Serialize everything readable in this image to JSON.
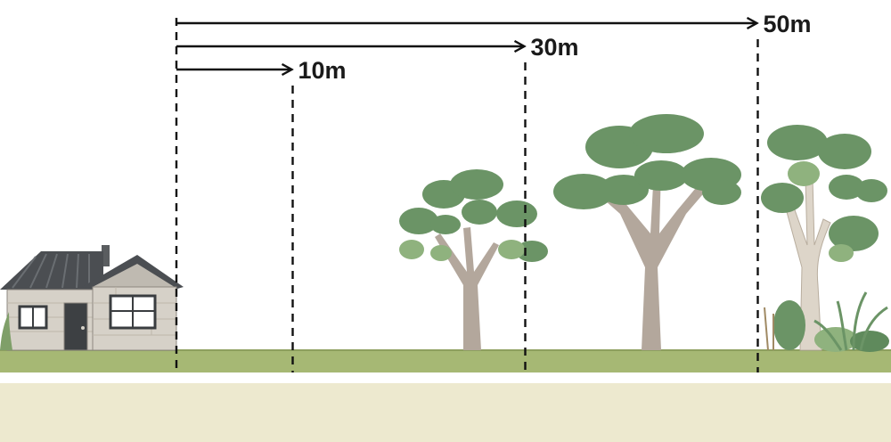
{
  "distances": [
    {
      "label": "10m",
      "meters": 10
    },
    {
      "label": "30m",
      "meters": 30
    },
    {
      "label": "50m",
      "meters": 50
    }
  ],
  "colors": {
    "background": "#ffffff",
    "grass": "#a6b874",
    "soil": "#ede9cf",
    "arrow": "#111111",
    "foliage": "#6b9466",
    "foliage_light": "#8fb27e",
    "trunk": "#b3a79c",
    "house_wall": "#d6d1c8",
    "house_roof": "#4b4e52"
  },
  "icons": [
    "house-icon",
    "tree-icon",
    "shrub-icon"
  ]
}
